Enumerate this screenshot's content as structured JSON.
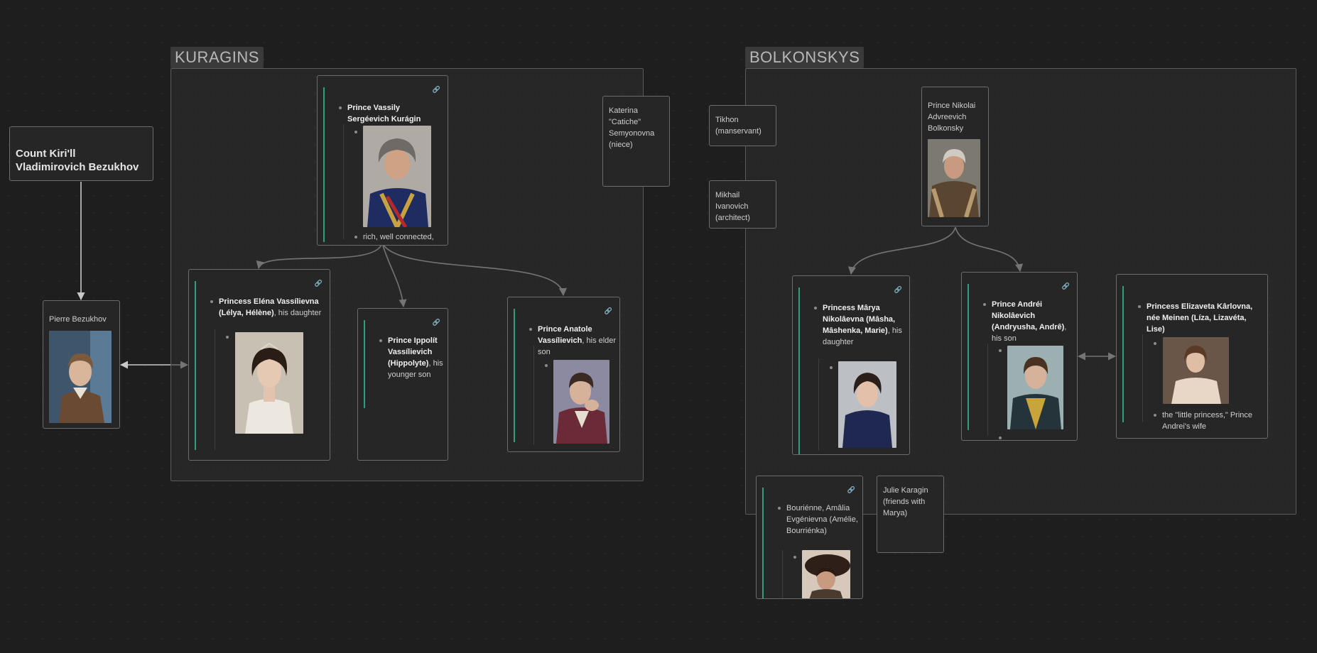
{
  "groups": {
    "kuragins": "KURAGINS",
    "bolkonskys": "BOLKONSKYS"
  },
  "cards": {
    "count_kirill": "Count Kiri'll Vladimirovich Bezukhov",
    "pierre": "Pierre Bezukhov",
    "vassily_name": "Prince Vassily Sergéevich Kurágin",
    "vassily_note": "rich, well connected,",
    "katerina": "Katerina \"Catiche\" Semyonovna (niece)",
    "elena_name": "Princess Eléna Vassílievna (Lélya, Hélène)",
    "elena_role": ", his daughter",
    "ippolit_name": "Prince Ippolít Vassílievich (Hippolyte)",
    "ippolit_role": ", his younger son",
    "anatole_name": "Prince Anatole Vassílievich",
    "anatole_role": ", his elder son",
    "tikhon": "Tikhon (manservant)",
    "mikhail": "Mikhail Ivanovich (architect)",
    "nikolai": "Prince Nikolai Advreevich Bolkonsky",
    "marya_name": "Princess Mârya Nikolâevna (Mâsha, Mâshenka, Marie)",
    "marya_role": ", his daughter",
    "andrei_name": "Prince Andréi Nikolâevich (Andryusha, Andrê)",
    "andrei_role": ", his son",
    "lise_name": "Princess Elizaveta Kârlovna, née Meinen (Líza, Lizavéta, Lise)",
    "lise_note": "the \"little princess,\" Prince Andrei's wife",
    "bourienne": "Bouriénne, Amâlia Evgénievna (Amélie, Bourriénka)",
    "julie": "Julie Karagin (friends with Marya)"
  },
  "icons": {
    "link": "link-icon",
    "photo": "portrait-photo"
  },
  "colors": {
    "background": "#1e1e1e",
    "accent": "#2f9e7e",
    "edge": "#c8c8c8",
    "border": "#6b6b6b"
  }
}
